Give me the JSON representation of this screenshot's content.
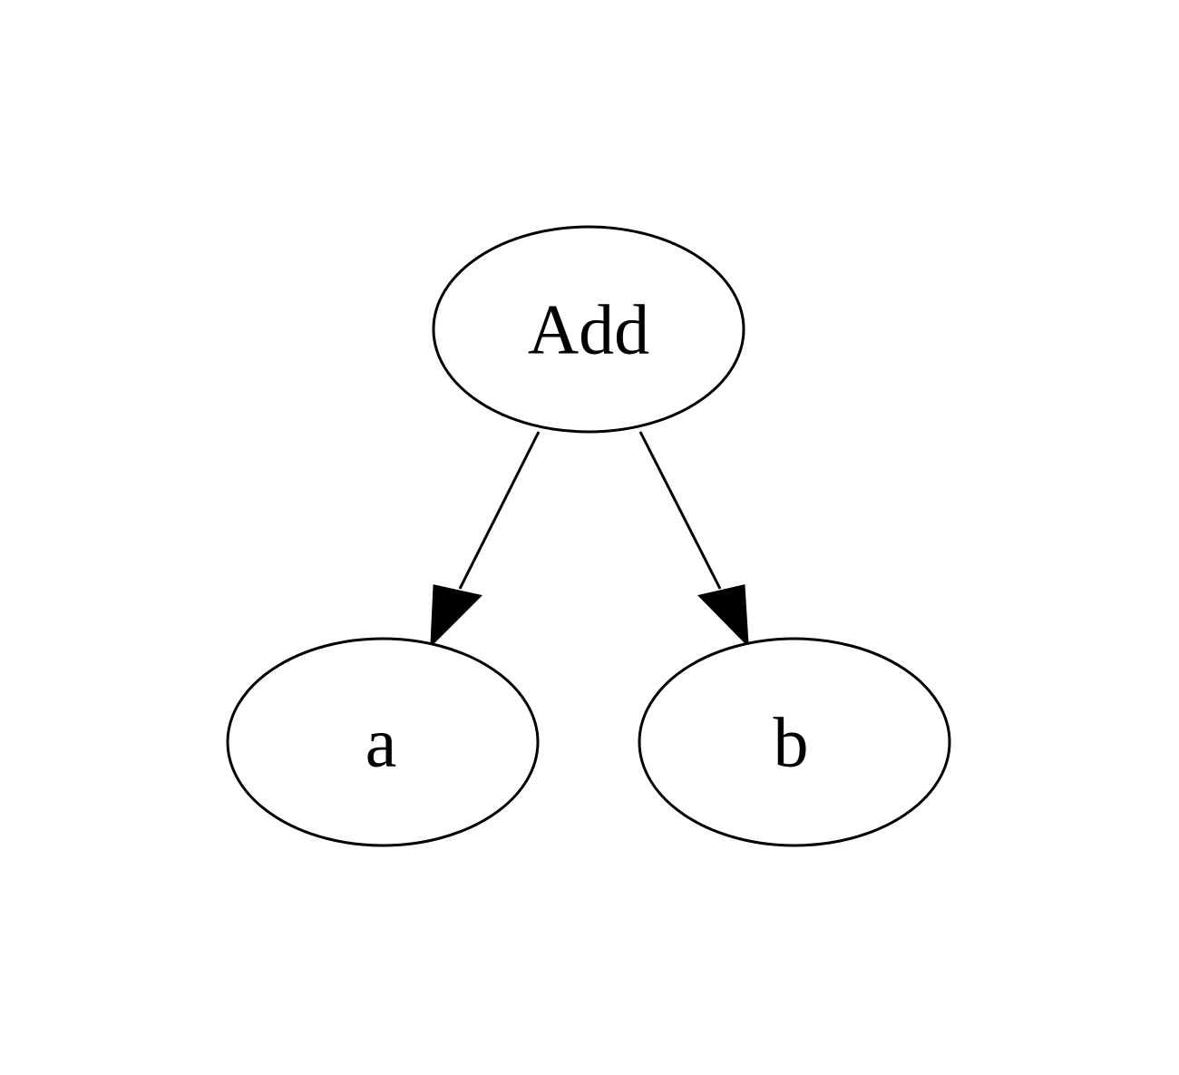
{
  "graph": {
    "nodes": [
      {
        "id": "add",
        "label": "Add"
      },
      {
        "id": "a",
        "label": "a"
      },
      {
        "id": "b",
        "label": "b"
      }
    ],
    "edges": [
      {
        "from": "add",
        "to": "a"
      },
      {
        "from": "add",
        "to": "b"
      }
    ],
    "colors": {
      "background": "#ffffff",
      "stroke": "#000000",
      "text": "#000000"
    }
  }
}
